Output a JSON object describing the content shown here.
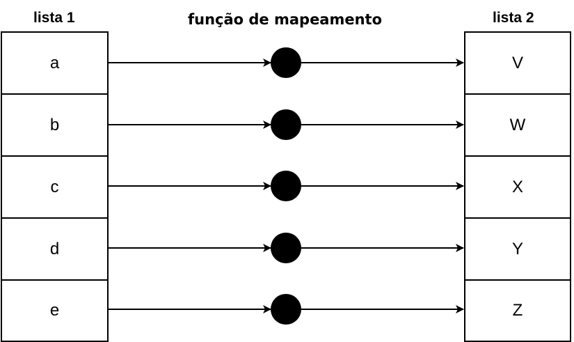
{
  "headers": {
    "left": "lista 1",
    "middle": "função de mapeamento",
    "right": "lista 2"
  },
  "list1": [
    "a",
    "b",
    "c",
    "d",
    "e"
  ],
  "list2": [
    "V",
    "W",
    "X",
    "Y",
    "Z"
  ],
  "colors": {
    "stroke": "#000000",
    "background": "#ffffff"
  }
}
